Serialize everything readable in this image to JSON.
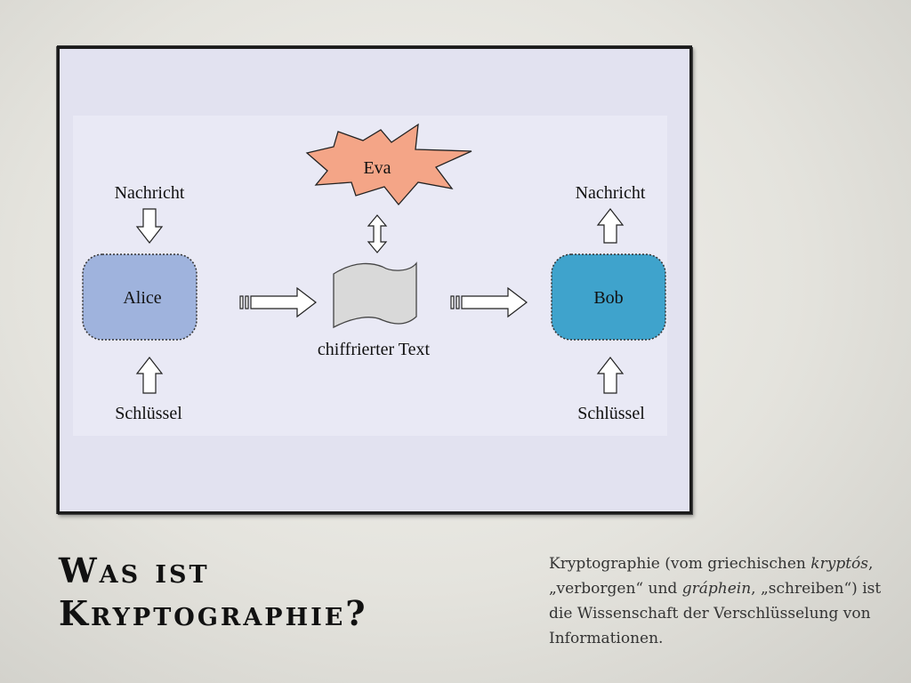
{
  "diagram": {
    "attacker": "Eva",
    "sender": "Alice",
    "receiver": "Bob",
    "message_left": "Nachricht",
    "message_right": "Nachricht",
    "key_left": "Schlüssel",
    "key_right": "Schlüssel",
    "ciphertext": "chiffrierter Text"
  },
  "colors": {
    "alice_box": "#9fb3dd",
    "bob_box": "#3fa3cc",
    "eva_burst": "#f4a587",
    "document": "#d9d9d9",
    "frame_bg": "#e2e2f0",
    "panel_bg": "#e9e9f5"
  },
  "slide": {
    "title_line1": "Was ist",
    "title_line2": "Kryptographie?",
    "desc_part1": "Kryptographie (vom griechischen ",
    "desc_term1": "kryptós",
    "desc_part2": ", „verborgen“ und ",
    "desc_term2": "gráphein",
    "desc_part3": ", „schreiben“) ist die Wissenschaft der Verschlüsselung von Informationen."
  }
}
